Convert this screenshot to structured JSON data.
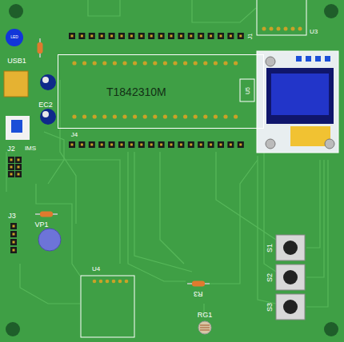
{
  "diagram": {
    "nodes": [
      {
        "text": [
          "T1842310M"
        ]
      }
    ],
    "labels": [
      "LED",
      "USB1",
      "EC2",
      "J2",
      "IMS",
      "J1",
      "J4",
      "U3",
      "U5",
      "J3",
      "VP1",
      "U4",
      "R3",
      "RG1",
      "S1",
      "S2",
      "S3"
    ]
  }
}
